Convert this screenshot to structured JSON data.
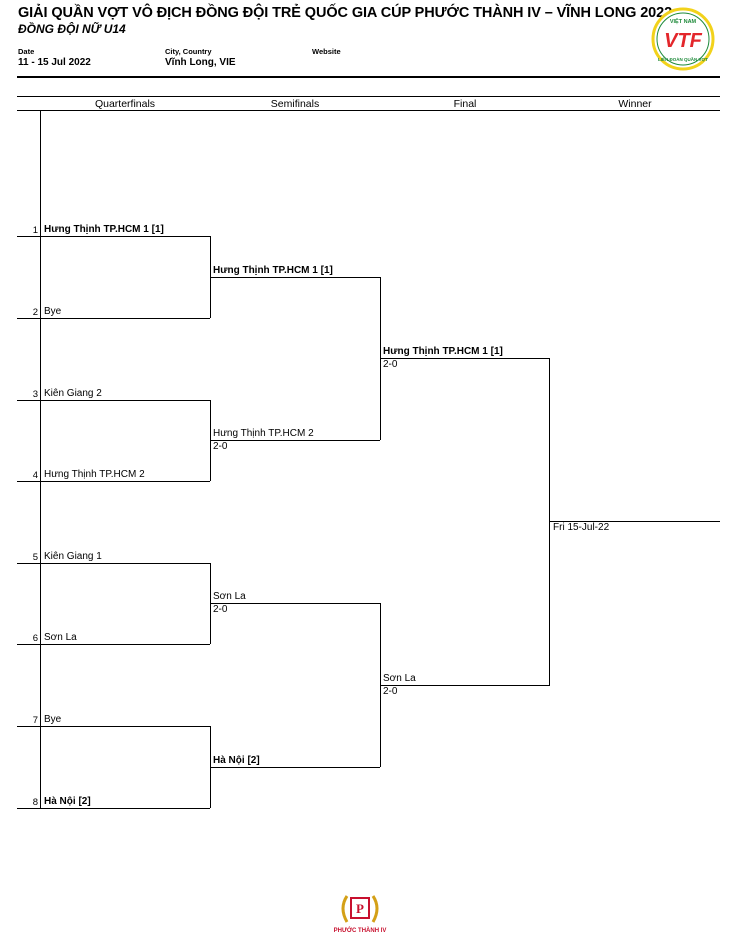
{
  "header": {
    "title": "GIẢI QUẦN VỢT VÔ ĐỊCH ĐỒNG ĐỘI TRẺ QUỐC GIA CÚP PHƯỚC THÀNH IV – VĨNH LONG 2022",
    "subtitle": "ĐỒNG ĐỘI NỮ U14",
    "date_label": "Date",
    "date_value": "11 - 15 Jul 2022",
    "city_label": "City, Country",
    "city_value": "Vĩnh Long, VIE",
    "website_label": "Website",
    "website_value": ""
  },
  "logo": {
    "text_top": "VIỆT NAM",
    "text_main": "VTF",
    "text_bottom": "LIÊN ĐOÀN QUẦN VỢT",
    "color_red": "#e3262b",
    "color_green": "#1e8a3a",
    "color_yellow": "#f2d21b"
  },
  "rounds": [
    "Quarterfinals",
    "Semifinals",
    "Final",
    "Winner"
  ],
  "quarterfinals": [
    {
      "seed": "1",
      "name": "Hưng Thịnh TP.HCM 1 [1]",
      "bold": true
    },
    {
      "seed": "2",
      "name": "Bye",
      "bold": false
    },
    {
      "seed": "3",
      "name": "Kiên Giang 2",
      "bold": false
    },
    {
      "seed": "4",
      "name": "Hưng Thịnh TP.HCM 2",
      "bold": false
    },
    {
      "seed": "5",
      "name": "Kiên Giang 1",
      "bold": false
    },
    {
      "seed": "6",
      "name": "Sơn La",
      "bold": false
    },
    {
      "seed": "7",
      "name": "Bye",
      "bold": false
    },
    {
      "seed": "8",
      "name": "Hà Nội [2]",
      "bold": true
    }
  ],
  "semifinals": [
    {
      "name": "Hưng Thịnh TP.HCM 1 [1]",
      "score": "",
      "bold": true
    },
    {
      "name": "Hưng Thịnh TP.HCM 2",
      "score": "2-0",
      "bold": false
    },
    {
      "name": "Sơn La",
      "score": "2-0",
      "bold": false
    },
    {
      "name": "Hà Nội [2]",
      "score": "",
      "bold": true
    }
  ],
  "final": [
    {
      "name": "Hưng Thịnh TP.HCM 1 [1]",
      "score": "2-0",
      "bold": true
    },
    {
      "name": "Sơn La",
      "score": "2-0",
      "bold": false
    }
  ],
  "winner": {
    "name": "",
    "date": "Fri 15-Jul-22"
  },
  "sponsor": {
    "label": "PHƯỚC THÀNH IV",
    "color": "#c8102e",
    "gold": "#d4a017"
  }
}
